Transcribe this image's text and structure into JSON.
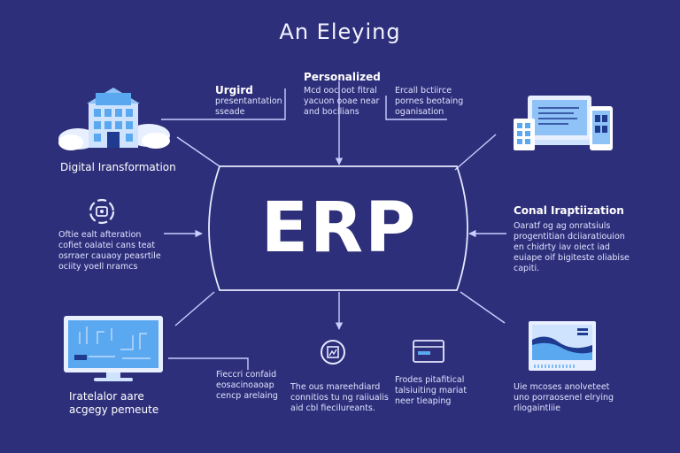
{
  "title": "An Eleying",
  "center": {
    "label": "ERP"
  },
  "nodes": {
    "top_left": {
      "heading": "Urgird",
      "text": "presentantation\nsseade"
    },
    "top_center": {
      "heading": "Personalized",
      "text": "Mcd ooc oot fitral\nyacuon ooae near\nand bocilians"
    },
    "top_right": {
      "text": "Ercall bctiirce\npornes beotaing\noganisation"
    },
    "left_top": {
      "label": "Digital Iransformation"
    },
    "left_mid": {
      "text": "Oftie ealt afteration\ncofiet oalatei cans teat\nosrraer cauaoy peasrtile\nociity yoell nramcs"
    },
    "right_mid": {
      "heading": "Conal Iraptiization",
      "text": "Oaratf og ag onratsiuls\nprogentitian dciiaratiouion\nen chidrty iav oiect iad\neuiape oif bigiteste oliabise\ncapiti."
    },
    "bottom_left": {
      "label": "Iratelalor aare\nacgegy pemeute"
    },
    "bottom_left_text": {
      "text": "Fieccri confaid\neosacinoaoap\ncencp arelaing"
    },
    "bottom_center": {
      "text": "The ous mareehdiard\nconnitios tu ng raiiualis\naid cbl fiecilureants."
    },
    "bottom_right_center": {
      "text": "Frodes pitafitical\ntalsiuiting mariat\nneer tieaping"
    },
    "bottom_right": {
      "text": "Uie mcoses anolveteet\nuno porraosenel elrying\nrliogaintliie"
    }
  },
  "colors": {
    "background": "#2e2f7a",
    "line": "#c9ceff",
    "icon_light": "#cfe3ff",
    "icon_blue": "#5aa9f0",
    "icon_dark": "#1f3b8f"
  }
}
